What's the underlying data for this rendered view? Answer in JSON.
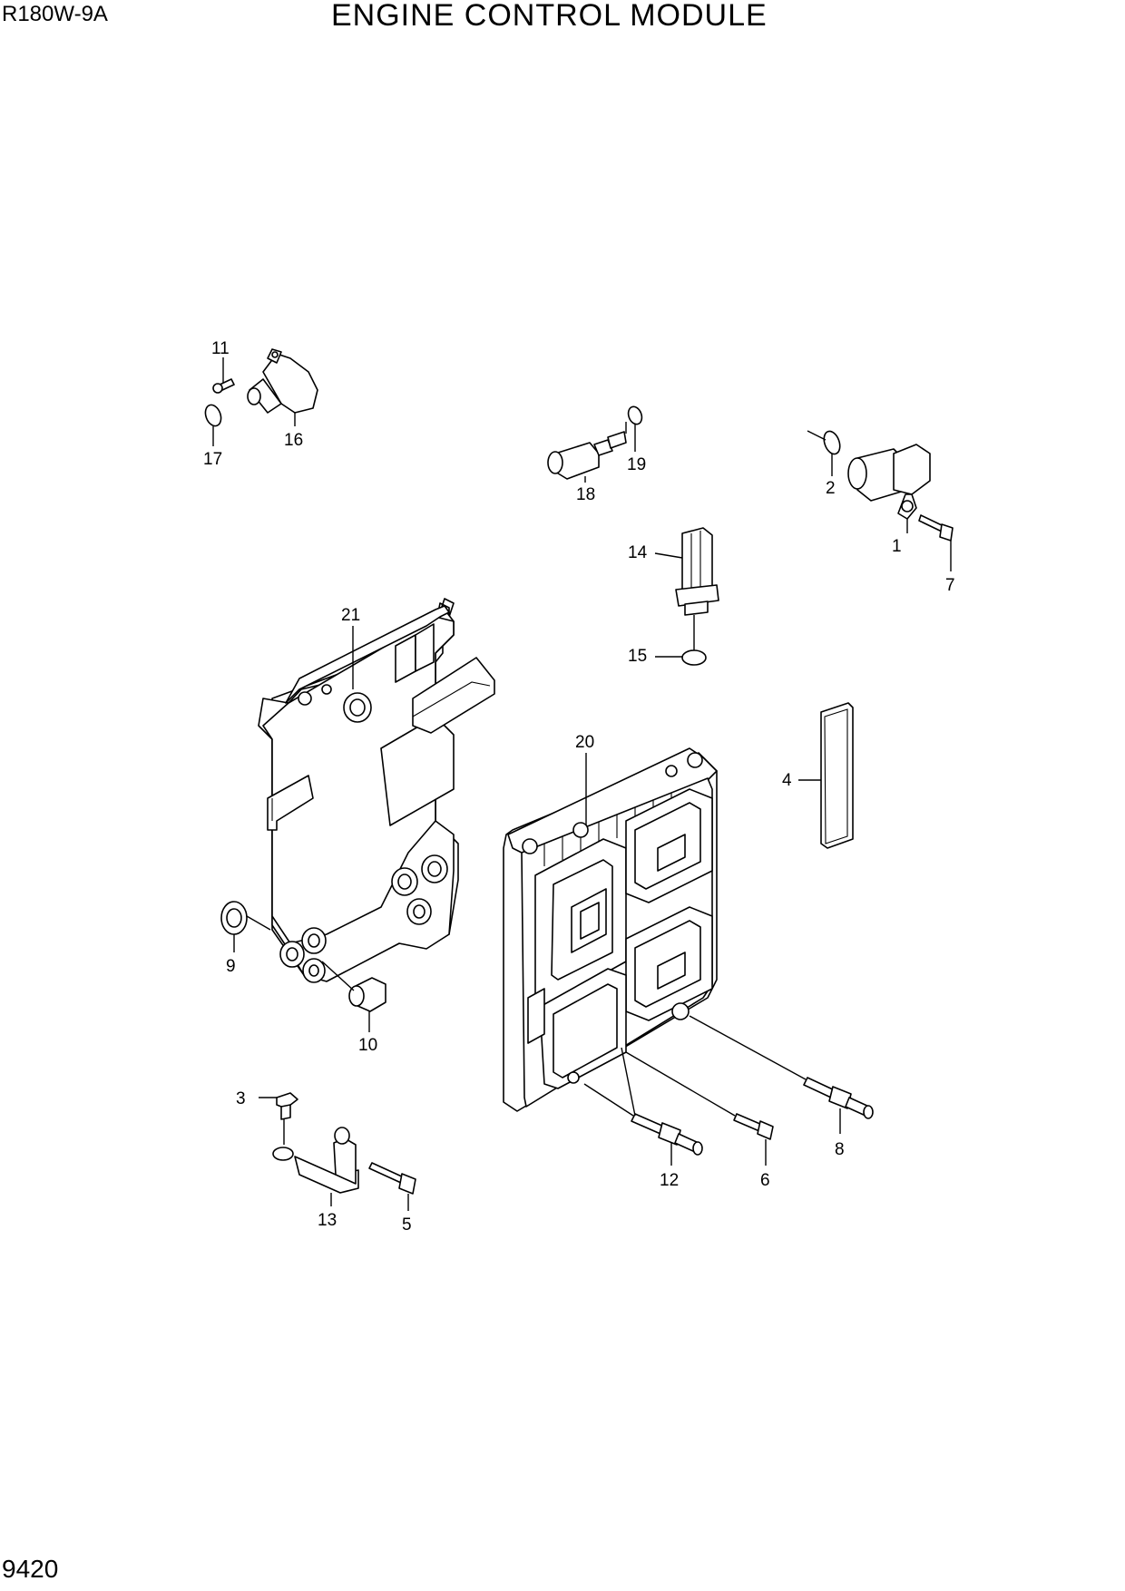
{
  "header": {
    "model": "R180W-9A",
    "title": "ENGINE CONTROL MODULE"
  },
  "page_number": "9420",
  "callouts": {
    "c1": "1",
    "c2": "2",
    "c3": "3",
    "c4": "4",
    "c5": "5",
    "c6": "6",
    "c7": "7",
    "c8": "8",
    "c9": "9",
    "c10": "10",
    "c11": "11",
    "c12": "12",
    "c13": "13",
    "c14": "14",
    "c15": "15",
    "c16": "16",
    "c17": "17",
    "c18": "18",
    "c19": "19",
    "c20": "20",
    "c21": "21"
  }
}
